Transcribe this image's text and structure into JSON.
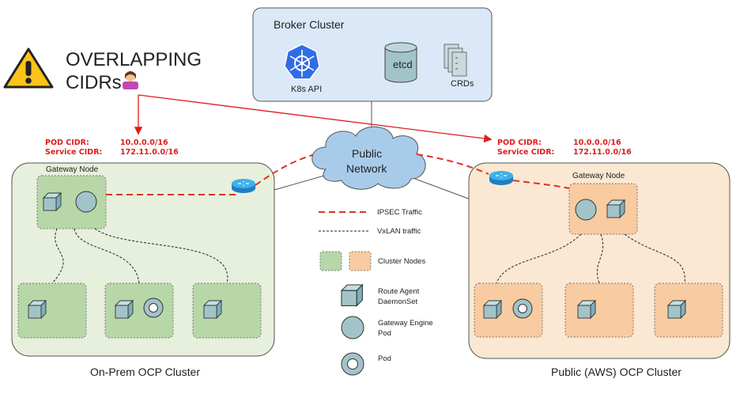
{
  "warning": {
    "line1": "OVERLAPPING",
    "line2": "CIDRs"
  },
  "broker": {
    "title": "Broker Cluster",
    "k8s_label": "K8s API",
    "etcd_label": "etcd",
    "crds_label": "CRDs"
  },
  "network": {
    "line1": "Public",
    "line2": "Network"
  },
  "left_cluster": {
    "pod_cidr_label": "POD CIDR:",
    "pod_cidr_value": "10.0.0.0/16",
    "service_cidr_label": "Service CIDR:",
    "service_cidr_value": "172.11.0.0/16",
    "gateway_node_label": "Gateway Node",
    "caption": "On-Prem OCP Cluster"
  },
  "right_cluster": {
    "pod_cidr_label": "POD CIDR:",
    "pod_cidr_value": "10.0.0.0/16",
    "service_cidr_label": "Service CIDR:",
    "service_cidr_value": "172.11.0.0/16",
    "gateway_node_label": "Gateway Node",
    "caption": "Public (AWS) OCP Cluster"
  },
  "legend": {
    "ipsec": "IPSEC Traffic",
    "vxlan": "VxLAN traffic",
    "nodes": "Cluster Nodes",
    "route_agent_1": "Route Agent",
    "route_agent_2": "DaemonSet",
    "gateway_engine_1": "Gateway Engine",
    "gateway_engine_2": "Pod",
    "pod": "Pod"
  },
  "colors": {
    "broker_fill": "#dae8f7",
    "left_fill": "#e6f0dc",
    "right_fill": "#fbe8d3",
    "left_node": "#b7d7a8",
    "right_node": "#f8cba0",
    "ipsec": "#d9352a",
    "cidr_text": "#e01b1b",
    "component": "#a2c4c9",
    "router": "#2e9bd9",
    "cloud": "#a9cbea"
  }
}
